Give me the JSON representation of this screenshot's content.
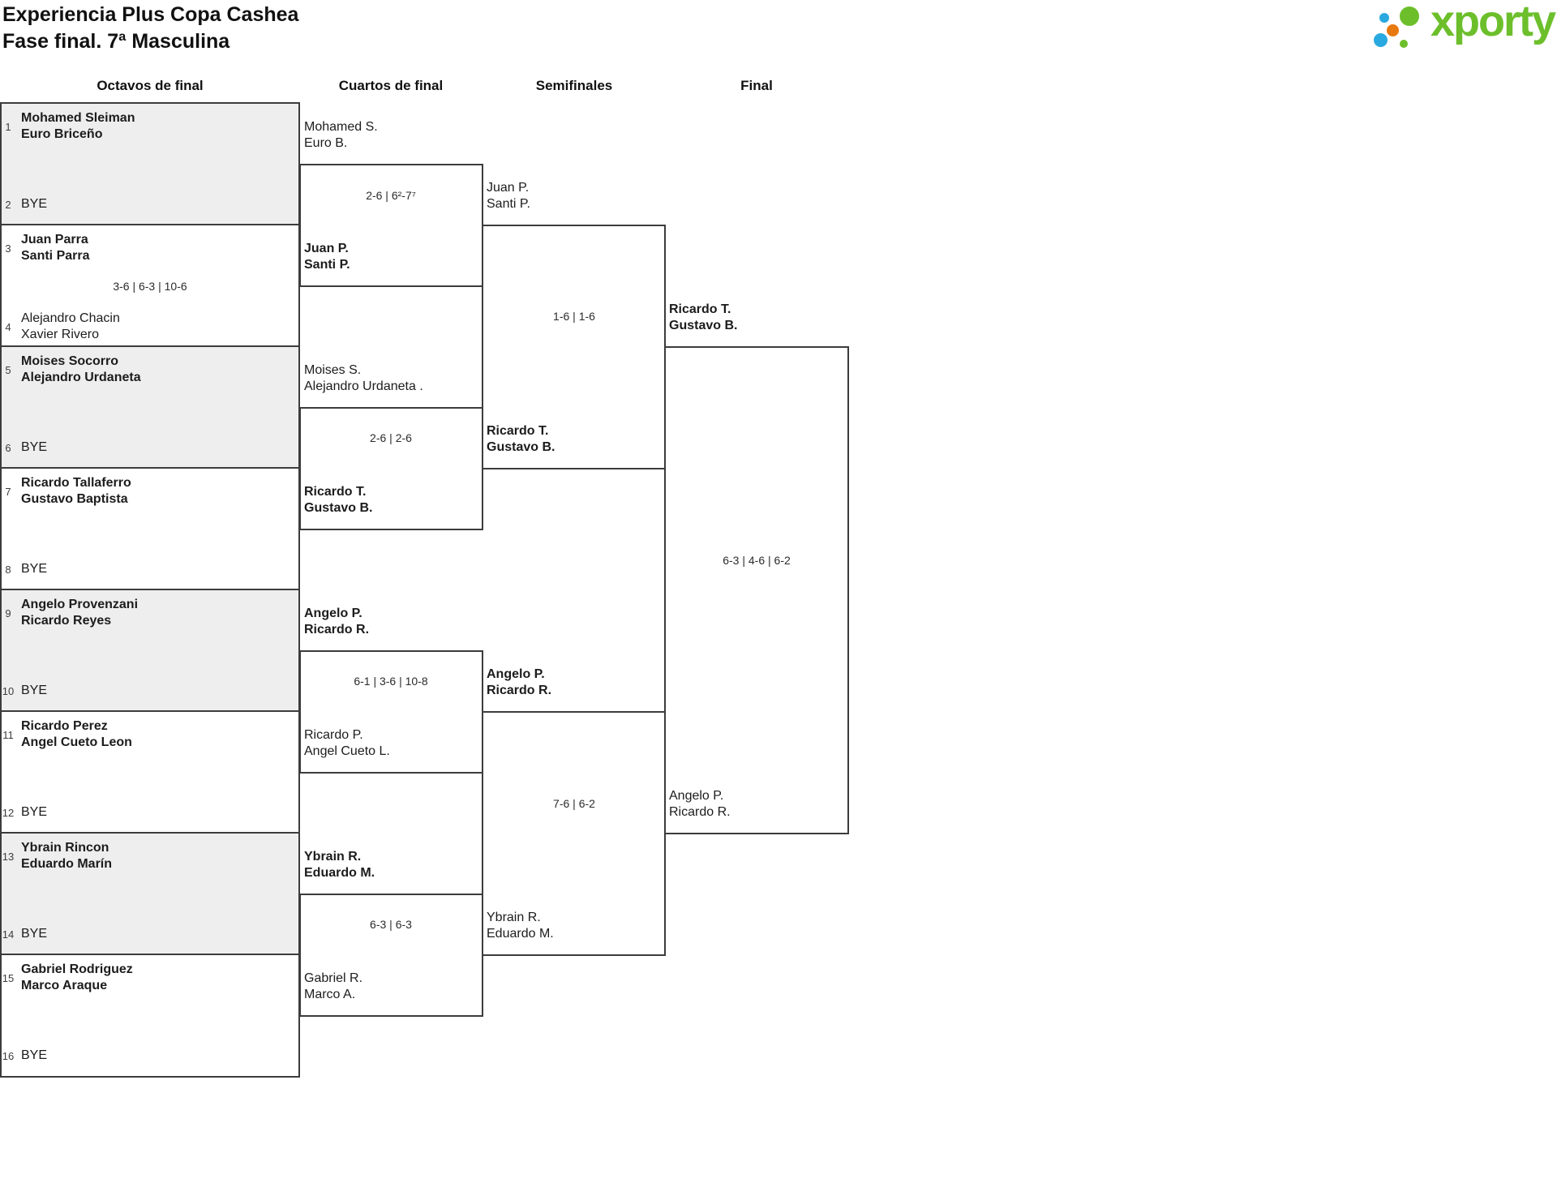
{
  "title": {
    "line1": "Experiencia Plus Copa Cashea",
    "line2": "Fase final. 7ª Masculina"
  },
  "logo": {
    "brand": "xporty",
    "green": "#6cbf2b",
    "blue": "#2aa9e0",
    "orange": "#e8790f"
  },
  "round_headers": [
    "Octavos de final",
    "Cuartos de final",
    "Semifinales",
    "Final"
  ],
  "bracket": {
    "r16": [
      {
        "seed_top": "1",
        "top1": "Mohamed Sleiman",
        "top2": "Euro Briceño",
        "top_winner": true,
        "score": "",
        "seed_bottom": "2",
        "bottom1": "BYE",
        "bottom2": "",
        "bottom_winner": false
      },
      {
        "seed_top": "3",
        "top1": "Juan Parra",
        "top2": "Santi Parra",
        "top_winner": true,
        "score": "3-6 | 6-3 | 10-6",
        "seed_bottom": "4",
        "bottom1": "Alejandro Chacin",
        "bottom2": "Xavier Rivero",
        "bottom_winner": false
      },
      {
        "seed_top": "5",
        "top1": "Moises Socorro",
        "top2": "Alejandro Urdaneta",
        "top_winner": true,
        "score": "",
        "seed_bottom": "6",
        "bottom1": "BYE",
        "bottom2": "",
        "bottom_winner": false
      },
      {
        "seed_top": "7",
        "top1": "Ricardo Tallaferro",
        "top2": "Gustavo Baptista",
        "top_winner": true,
        "score": "",
        "seed_bottom": "8",
        "bottom1": "BYE",
        "bottom2": "",
        "bottom_winner": false
      },
      {
        "seed_top": "9",
        "top1": "Angelo Provenzani",
        "top2": "Ricardo Reyes",
        "top_winner": true,
        "score": "",
        "seed_bottom": "10",
        "bottom1": "BYE",
        "bottom2": "",
        "bottom_winner": false
      },
      {
        "seed_top": "11",
        "top1": "Ricardo Perez",
        "top2": "Angel Cueto Leon",
        "top_winner": true,
        "score": "",
        "seed_bottom": "12",
        "bottom1": "BYE",
        "bottom2": "",
        "bottom_winner": false
      },
      {
        "seed_top": "13",
        "top1": "Ybrain Rincon",
        "top2": "Eduardo Marín",
        "top_winner": true,
        "score": "",
        "seed_bottom": "14",
        "bottom1": "BYE",
        "bottom2": "",
        "bottom_winner": false
      },
      {
        "seed_top": "15",
        "top1": "Gabriel Rodriguez",
        "top2": "Marco Araque",
        "top_winner": true,
        "score": "",
        "seed_bottom": "16",
        "bottom1": "BYE",
        "bottom2": "",
        "bottom_winner": false
      }
    ],
    "qf": [
      {
        "top1": "Mohamed S.",
        "top2": "Euro B.",
        "top_winner": false,
        "score": "2-6 | 6²-7⁷",
        "bottom1": "Juan P.",
        "bottom2": "Santi P.",
        "bottom_winner": true
      },
      {
        "top1": "Moises S.",
        "top2": "Alejandro Urdaneta .",
        "top_winner": false,
        "score": "2-6 | 2-6",
        "bottom1": "Ricardo T.",
        "bottom2": "Gustavo B.",
        "bottom_winner": true
      },
      {
        "top1": "Angelo P.",
        "top2": "Ricardo R.",
        "top_winner": true,
        "score": "6-1 | 3-6 | 10-8",
        "bottom1": "Ricardo P.",
        "bottom2": "Angel Cueto L.",
        "bottom_winner": false
      },
      {
        "top1": "Ybrain R.",
        "top2": "Eduardo M.",
        "top_winner": true,
        "score": "6-3 | 6-3",
        "bottom1": "Gabriel R.",
        "bottom2": "Marco A.",
        "bottom_winner": false
      }
    ],
    "sf": [
      {
        "top1": "Juan P.",
        "top2": "Santi P.",
        "top_winner": false,
        "score": "1-6 | 1-6",
        "bottom1": "Ricardo T.",
        "bottom2": "Gustavo B.",
        "bottom_winner": true
      },
      {
        "top1": "Angelo P.",
        "top2": "Ricardo R.",
        "top_winner": true,
        "score": "7-6 | 6-2",
        "bottom1": "Ybrain R.",
        "bottom2": "Eduardo M.",
        "bottom_winner": false
      }
    ],
    "final": [
      {
        "top1": "Ricardo T.",
        "top2": "Gustavo B.",
        "top_winner": true,
        "score": "6-3 | 4-6 | 6-2",
        "bottom1": "Angelo P.",
        "bottom2": "Ricardo R.",
        "bottom_winner": false
      }
    ]
  }
}
